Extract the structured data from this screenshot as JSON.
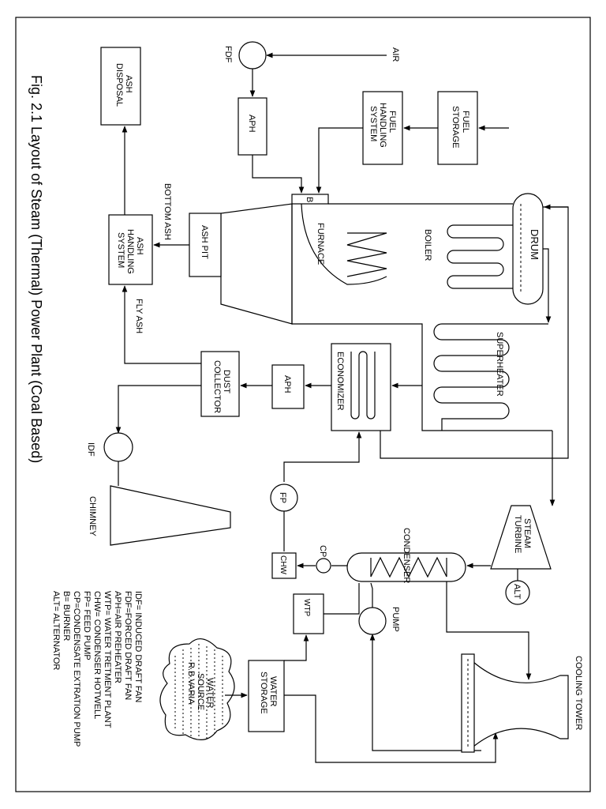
{
  "title": "Fig. 2.1 Layout of Steam (Thermal) Power Plant (Coal Based)",
  "labels": {
    "air": "AIR",
    "fdf": "FDF",
    "aph_top": "APH",
    "fuel_handling": [
      "FUEL",
      "HANDLING",
      "SYSTEM"
    ],
    "fuel_storage": [
      "FUEL",
      "STORAGE"
    ],
    "ash_disposal": [
      "ASH",
      "DISPOSAL"
    ],
    "bottom_ash": "BOTTOM ASH",
    "burner": "B",
    "ash_pit": "ASH PIT",
    "furnace": "FURNACE",
    "boiler": "BOILER",
    "drum": "DRUM",
    "ash_handling": [
      "ASH",
      "HANDLING",
      "SYSTEM"
    ],
    "fly_ash": "FLY ASH",
    "superheater": "SUPERHEATER",
    "economizer": "ECONOMIZER",
    "aph_mid": "APH",
    "dust_collector": [
      "DUST",
      "COLLECTOR"
    ],
    "idf": "IDF",
    "chimney": "CHIMNEY",
    "fp": "FP",
    "condenser": "CONDENSER",
    "steam_turbine": [
      "STEAM",
      "TURBINE"
    ],
    "alt": "ALT",
    "cp": "CP",
    "chw": "CHW",
    "wtp": "WTP",
    "pump": "PUMP",
    "cooling_tower": "COOLING TOWER",
    "water_storage": [
      "WATER",
      "STORAGE"
    ],
    "water_source": [
      "WATER",
      "SOURCE",
      "R.B.VARIA"
    ]
  },
  "legend": [
    "IDF= INDUCED DRAFT FAN",
    "FDF=FORCED DRAFT FAN",
    "APH=AIR PREHEATER",
    "WTP= WATER TRETMENT PLANT",
    "CHW= CONDENSER HOTWELL",
    "FP= FEED PUMP",
    "CP=CONDENSATE EXTRATION PUMP",
    "B= BURNER",
    "ALT= ALTERNATOR"
  ]
}
